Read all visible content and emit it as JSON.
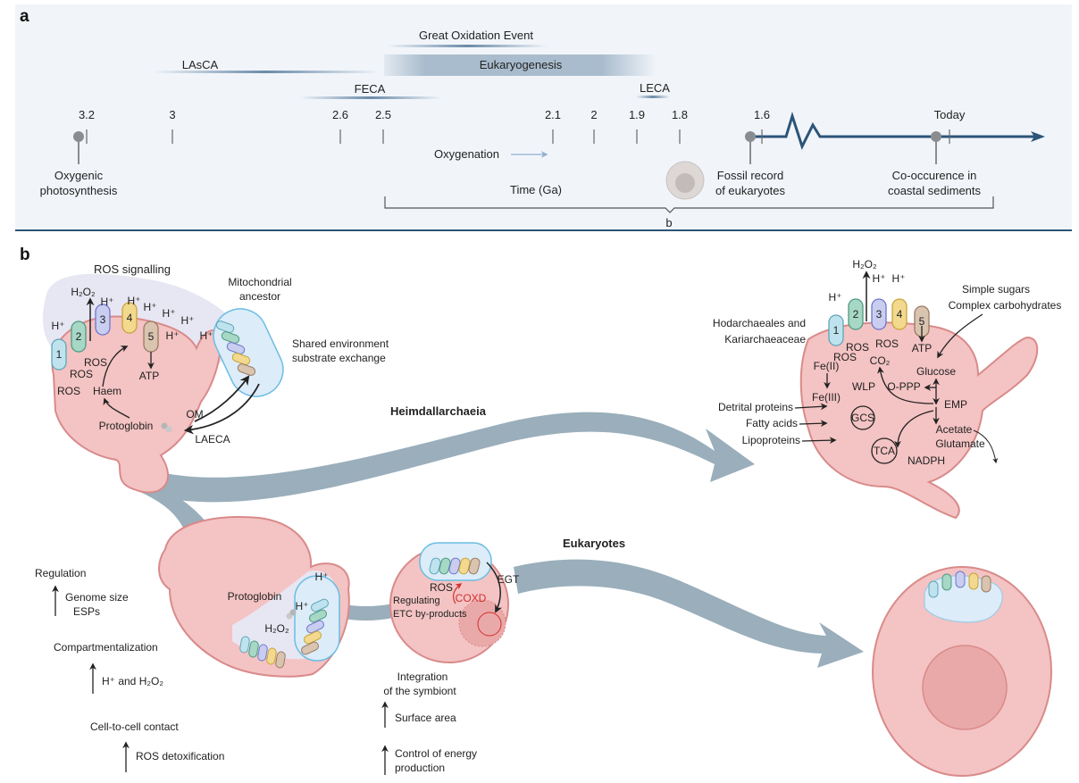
{
  "panel_a": {
    "label": "a",
    "colors": {
      "background": "#f1f5fa",
      "axis": "#2d5478",
      "bottom_rule": "#2d5478",
      "marker": "#8a8d90"
    },
    "axis_title": "Time (Ga)",
    "ticks": [
      "3.2",
      "3",
      "2.6",
      "2.5",
      "2.1",
      "2",
      "1.9",
      "1.8",
      "1.6",
      "Today"
    ],
    "periods": [
      {
        "label": "Great Oxidation Event"
      },
      {
        "label": "LAsCA"
      },
      {
        "label": "Eukaryogenesis"
      },
      {
        "label": "FECA"
      },
      {
        "label": "LECA"
      }
    ],
    "events": [
      {
        "line1": "Oxygenic",
        "line2": "photosynthesis"
      },
      {
        "line1": "Fossil record",
        "line2": "of eukaryotes"
      },
      {
        "line1": "Co-occurence in",
        "line2": "coastal sediments"
      }
    ],
    "oxygenation_label": "Oxygenation",
    "bracket_label": "b"
  },
  "panel_b": {
    "label": "b",
    "colors": {
      "cell": "#f4c3c3",
      "cell_stroke": "#d98a8a",
      "mito": "#dcecf8",
      "mito_stroke": "#6bbde3",
      "arrow": "#9aaebb",
      "halo": "#e7e6f3",
      "coxd": "#d0302f"
    },
    "complex_colors": [
      "#bfe3ee",
      "#a7d7c5",
      "#c9cdf0",
      "#f2d98e",
      "#d9c4b0"
    ],
    "complex_numbers": [
      "1",
      "2",
      "3",
      "4",
      "5"
    ],
    "ancestor": {
      "ros_signalling": "ROS signalling",
      "h2o2": "H₂O₂",
      "proton": "H⁺",
      "ros": "ROS",
      "atp": "ATP",
      "haem": "Haem",
      "protoglobin": "Protoglobin",
      "om": "OM",
      "laeca": "LAECA",
      "mito_ancestor_line1": "Mitochondrial",
      "mito_ancestor_line2": "ancestor",
      "shared_line1": "Shared environment",
      "shared_line2": "substrate exchange"
    },
    "branches": {
      "heimdall": "Heimdallarchaeia",
      "eukaryotes": "Eukaryotes"
    },
    "hodarch": {
      "title_line1": "Hodarchaeales and",
      "title_line2": "Kariarchaeaceae",
      "h2o2": "H₂O₂",
      "proton": "H⁺",
      "ros": "ROS",
      "atp": "ATP",
      "co2": "CO₂",
      "fe2": "Fe(II)",
      "fe3": "Fe(III)",
      "sugars_line1": "Simple sugars",
      "sugars_line2": "Complex carbohydrates",
      "glucose": "Glucose",
      "wlp": "WLP",
      "oppp": "O-PPP",
      "emp": "EMP",
      "gcs": "GCS",
      "acetate": "Acetate",
      "glutamate": "Glutamate",
      "tca": "TCA",
      "nadph": "NADPH",
      "inputs": [
        "Detrital proteins",
        "Fatty acids",
        "Lipoproteins"
      ]
    },
    "engulf": {
      "protoglobin": "Protoglobin",
      "proton": "H⁺",
      "h2o2": "H₂O₂"
    },
    "integration_cell": {
      "ros": "ROS",
      "egt": "EGT",
      "coxd": "COXD",
      "regulating_line1": "Regulating",
      "regulating_line2": "ETC by-products"
    },
    "left_steps": [
      {
        "title": "Regulation",
        "driver_line1": "Genome size",
        "driver_line2": "ESPs"
      },
      {
        "title": "Compartmentalization",
        "driver_line1": "H⁺ and H₂O₂",
        "driver_line2": ""
      },
      {
        "title": "Cell-to-cell contact",
        "driver_line1": "ROS detoxification",
        "driver_line2": ""
      }
    ],
    "mid_steps": {
      "title_line1": "Integration",
      "title_line2": "of the symbiont",
      "driver1": "Surface area",
      "driver2_line1": "Control of energy",
      "driver2_line2": "production"
    }
  }
}
